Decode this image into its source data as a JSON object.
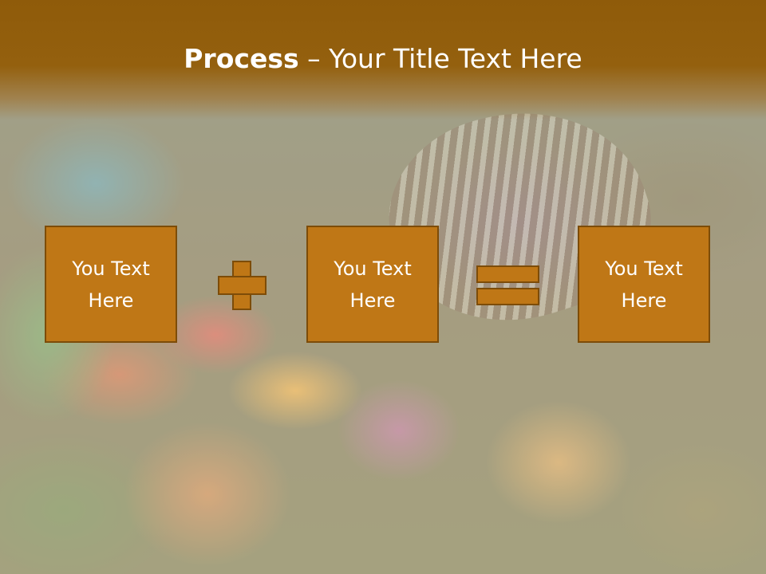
{
  "slide": {
    "title_bold": "Process",
    "title_rest": " – Your Title Text Here"
  },
  "boxes": [
    {
      "line1": "You Text",
      "line2": "Here"
    },
    {
      "line1": "You Text",
      "line2": "Here"
    },
    {
      "line1": "You Text",
      "line2": "Here"
    }
  ],
  "operators": [
    "plus-icon",
    "equals-icon"
  ],
  "colors": {
    "header": "#8f5b0a",
    "box_fill": "#bf7716",
    "box_border": "#7d4c08",
    "text": "#ffffff"
  }
}
